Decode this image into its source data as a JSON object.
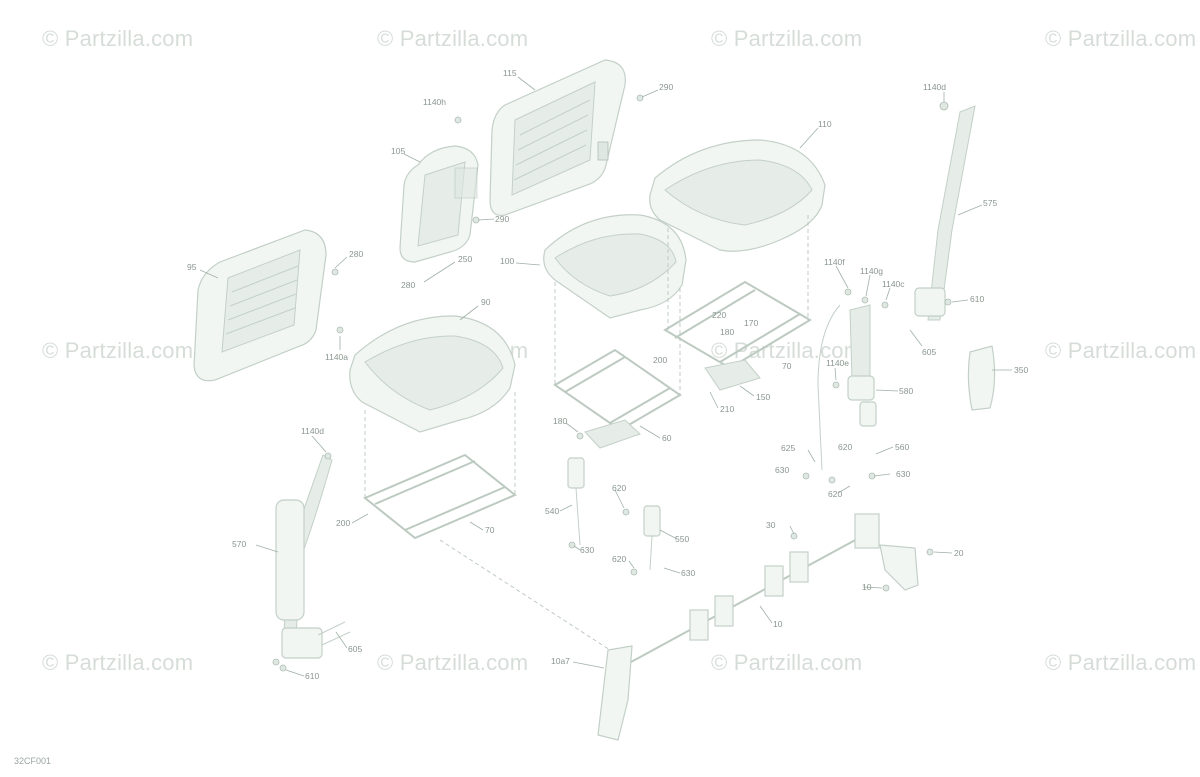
{
  "watermark": "© Partzilla.com",
  "diagram_code": "32CF001",
  "labels": {
    "l115": "115",
    "l290a": "290",
    "l1140h": "1140h",
    "l105": "105",
    "l290b": "290",
    "l110": "110",
    "l1140d_top": "1140d",
    "l575": "575",
    "l280a": "280",
    "l95": "95",
    "l250": "250",
    "l280b": "280",
    "l100": "100",
    "l1140a": "1140a",
    "l90": "90",
    "l1140f": "1140f",
    "l1140g": "1140g",
    "l1140c": "1140c",
    "l610_top": "610",
    "l605_top": "605",
    "l350": "350",
    "l220": "220",
    "l180b": "180",
    "l170": "170",
    "l200b": "200",
    "l70b": "70",
    "l1140e": "1140e",
    "l580": "580",
    "l150": "150",
    "l210": "210",
    "l180a": "180",
    "l60": "60",
    "l625": "625",
    "l620c": "620",
    "l560": "560",
    "l630c": "630",
    "l630d": "630",
    "l620d": "620",
    "l1140d_left": "1140d",
    "l620a": "620",
    "l540": "540",
    "l200a": "200",
    "l70a": "70",
    "l630a": "630",
    "l550": "550",
    "l620b": "620",
    "l630b": "630",
    "l570": "570",
    "l30": "30",
    "l20": "20",
    "l10": "10",
    "l10b": "10",
    "l605_bottom": "605",
    "l10a7": "10a7",
    "l610_bottom": "610"
  }
}
